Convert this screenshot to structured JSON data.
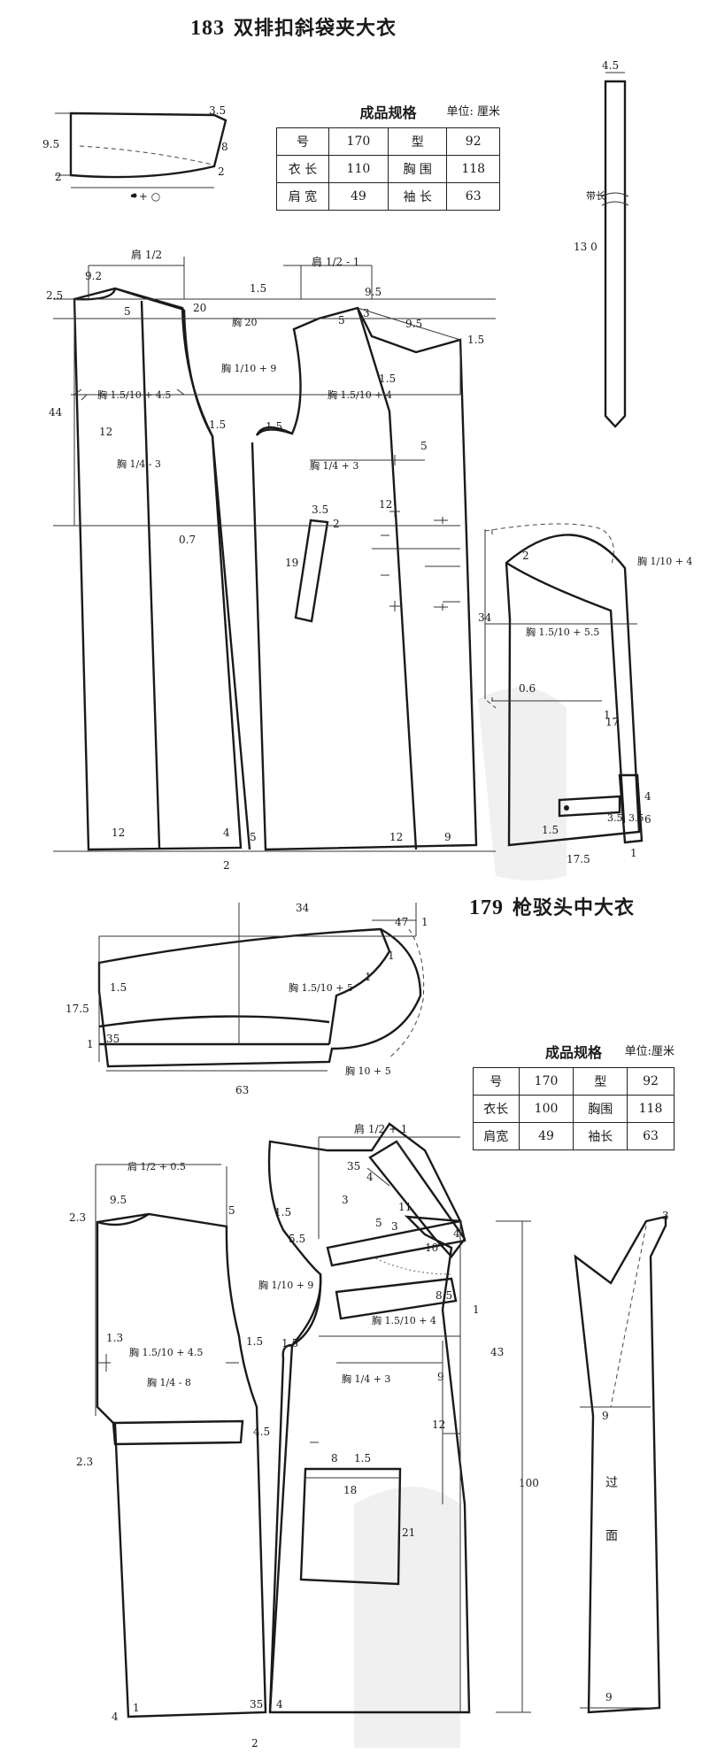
{
  "pattern_183": {
    "title_number": "183",
    "title_text": "双排扣斜袋夹大衣",
    "spec_caption": "成品规格",
    "spec_unit": "单位: 厘米",
    "spec_rows": [
      [
        "号",
        "170",
        "型",
        "92"
      ],
      [
        "衣 长",
        "110",
        "胸 围",
        "118"
      ],
      [
        "肩 宽",
        "49",
        "袖 长",
        "63"
      ]
    ],
    "labels": {
      "collar_35": "3.5",
      "collar_95": "9.5",
      "collar_8": "8",
      "collar_2a": "2",
      "collar_2b": "2",
      "dots": "• + ○",
      "belt_45": "4.5",
      "belt_text": "带长",
      "belt_130": "13 0",
      "shoulder_half": "肩 1/2",
      "n92": "9.2",
      "n25": "2.5",
      "n5a": "5",
      "n20": "20",
      "n15a": "1.5",
      "chest_frac": "胸 20",
      "shoulder_half_minus": "肩 1/2 - 1",
      "n95": "9.5",
      "n5b": "5",
      "n3": "3",
      "n95b": "9.5",
      "n15b": "1.5",
      "n15c": "1.5",
      "chest_front": "胸 1.5/10 + 4.5",
      "chest_mid": "胸 1/10 + 9",
      "chest_back": "胸 1.5/10 + 4",
      "n44": "44",
      "n12a": "12",
      "n15d": "1.5",
      "n15e": "1.5",
      "n5c": "5",
      "chest_quarter_minus": "胸 1/4 - 3",
      "chest_quarter_plus": "胸 1/4 + 3",
      "n07": "0.7",
      "n35b": "3.5",
      "n2c": "2",
      "n12b": "12",
      "n19": "19",
      "n12c": "12",
      "n4": "4",
      "n5d": "5",
      "n12d": "12",
      "n9": "9",
      "n2d": "2",
      "sleeve_chest": "胸 1/10 + 4",
      "sleeve_2": "2",
      "sleeve_34": "34",
      "sleeve_chest2": "胸 1.5/10 + 5.5",
      "sleeve_06": "0.6",
      "sleeve_17": "17",
      "sleeve_1a": "1",
      "sleeve_4": "4",
      "sleeve_35": "3.5",
      "sleeve_6": "6",
      "sleeve_15": "1.5",
      "sleeve_175": "17.5",
      "sleeve_1b": "1",
      "sleeve_35b": "3.5"
    }
  },
  "pattern_179": {
    "title_number": "179",
    "title_text": "枪驳头中大衣",
    "spec_caption": "成品规格",
    "spec_unit": "单位:厘米",
    "spec_rows": [
      [
        "号",
        "170",
        "型",
        "92"
      ],
      [
        "衣长",
        "100",
        "胸围",
        "118"
      ],
      [
        "肩宽",
        "49",
        "袖长",
        "63"
      ]
    ],
    "labels": {
      "s34": "34",
      "s47": "47",
      "s1a": "1",
      "s1b": "1",
      "s15": "1.5",
      "s175": "17.5",
      "s_chest": "胸 1.5/10 + 5",
      "s1c": "1",
      "s35": "35",
      "s1d": "1",
      "s63": "63",
      "s_chest2": "胸 10 + 5",
      "shoulder_half_plus": "肩 1/2 + 1",
      "b35": "35",
      "b3a": "3",
      "b4": "4",
      "shoulder_half_05": "肩 1/2 + 0.5",
      "n95": "9.5",
      "n23": "2.3",
      "n5": "5",
      "n15a": "1.5",
      "n55": "5.5",
      "n5b": "5",
      "n3b": "3",
      "n11": "11",
      "n10": "10",
      "n4b": "4",
      "chest_mid": "胸 1/10 + 9",
      "n85": "8.5",
      "chest_back": "胸 1.5/10 + 4",
      "n1e": "1",
      "n13": "1.3",
      "chest_front": "胸 1.5/10 + 4.5",
      "n15b": "1.5",
      "n15c": "1.5",
      "chest_quarter_minus": "胸 1/4 - 8",
      "chest_quarter_plus": "胸 1/4 + 3",
      "n9": "9",
      "n43": "43",
      "n45": "4.5",
      "n12": "12",
      "n23b": "2.3",
      "n8": "8",
      "n15d": "1.5",
      "n18": "18",
      "n100": "100",
      "n21": "21",
      "n4c": "4",
      "n1f": "1",
      "n35c": "35",
      "n4d": "4",
      "n2": "2",
      "facing_3": "3",
      "facing_9a": "9",
      "facing_text1": "过",
      "facing_text2": "面",
      "facing_9b": "9"
    }
  }
}
